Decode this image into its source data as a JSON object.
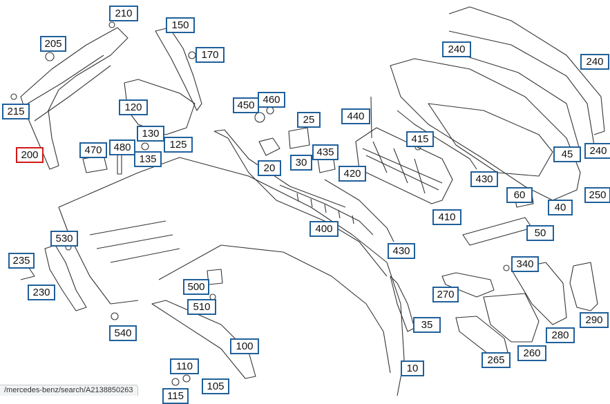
{
  "callouts": [
    "210",
    "150",
    "205",
    "170",
    "215",
    "120",
    "200",
    "130",
    "125",
    "470",
    "480",
    "135",
    "450",
    "460",
    "25",
    "440",
    "415",
    "435",
    "20",
    "30",
    "420",
    "240",
    "45",
    "430",
    "60",
    "40",
    "410",
    "50",
    "250",
    "400",
    "430",
    "530",
    "235",
    "230",
    "340",
    "500",
    "270",
    "510",
    "35",
    "290",
    "540",
    "280",
    "100",
    "265",
    "260",
    "110",
    "10",
    "105",
    "115"
  ],
  "active_callout": "200",
  "status_url": "/mercedes-benz/search/A2138850263",
  "colors": {
    "callout_border": "#1f5f9a",
    "active_border": "#d01818",
    "line": "#333333"
  }
}
